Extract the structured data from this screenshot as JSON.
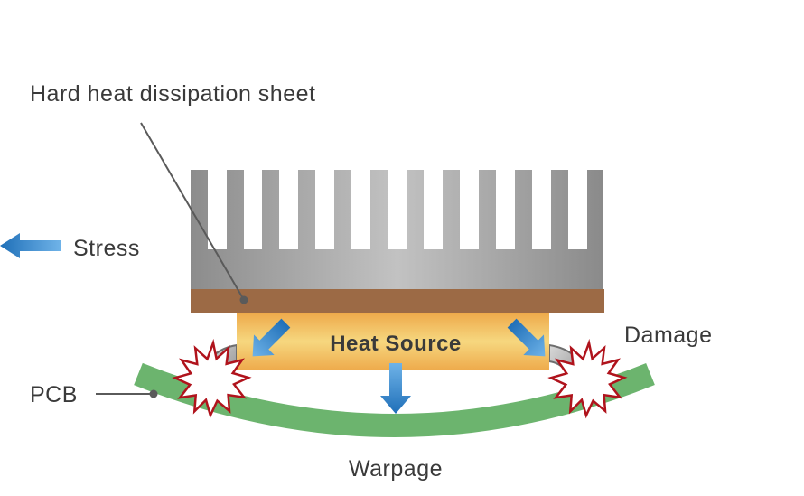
{
  "labels": {
    "sheet": "Hard heat dissipation sheet",
    "stress": "Stress",
    "heat_source": "Heat Source",
    "damage": "Damage",
    "pcb": "PCB",
    "warpage": "Warpage"
  },
  "colors": {
    "heatsink_gray": "#9a9a9a",
    "sheet_brown": "#9c6a45",
    "heat_source_orange": "#f2c566",
    "pcb_green": "#6cb46e",
    "arrow_blue": "#2f82c9",
    "damage_red": "#b0131c"
  }
}
